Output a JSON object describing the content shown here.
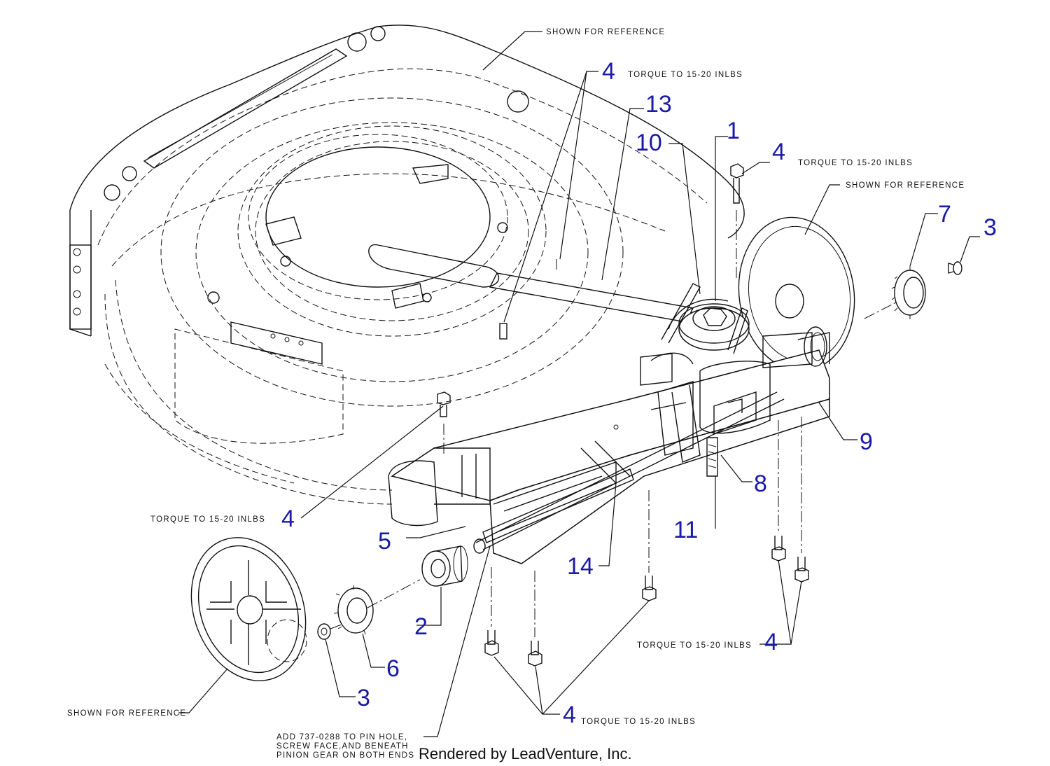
{
  "callouts": {
    "c1": "1",
    "c2": "2",
    "c3a": "3",
    "c3b": "3",
    "c4a": "4",
    "c4b": "4",
    "c4c": "4",
    "c4d": "4",
    "c4e": "4",
    "c5": "5",
    "c6": "6",
    "c7": "7",
    "c8": "8",
    "c9": "9",
    "c10": "10",
    "c11": "11",
    "c13": "13",
    "c14": "14"
  },
  "notes": {
    "ref_top": "SHOWN FOR REFERENCE",
    "ref_right": "SHOWN FOR REFERENCE",
    "ref_bottom": "SHOWN FOR REFERENCE",
    "torque_top": "TORQUE TO 15-20 INLBS",
    "torque_right": "TORQUE TO 15-20 INLBS",
    "torque_left": "TORQUE TO 15-20 INLBS",
    "torque_lower_right": "TORQUE TO 15-20 INLBS",
    "torque_bottom": "TORQUE TO 15-20 INLBS",
    "pin_line1": "ADD 737-0288 TO PIN HOLE,",
    "pin_line2": "SCREW FACE,AND BENEATH",
    "pin_line3": "PINION GEAR ON BOTH ENDS"
  },
  "footer": "Rendered by LeadVenture, Inc.",
  "colors": {
    "callout": "#1a1aa8",
    "line": "#111111"
  }
}
